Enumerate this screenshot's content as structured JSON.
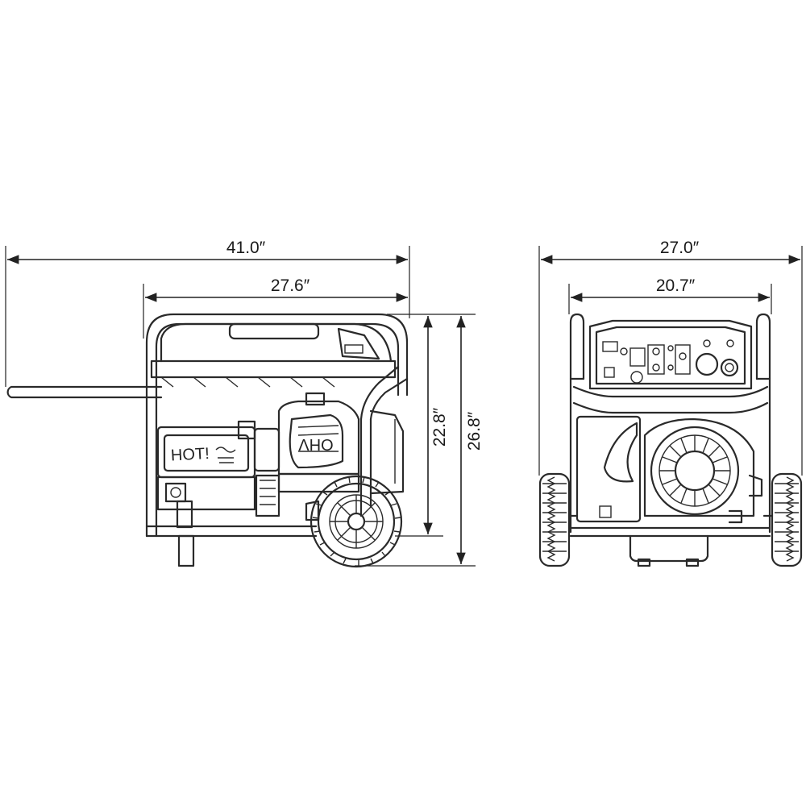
{
  "dimensions": {
    "side_overall_length": "41.0″",
    "side_frame_length": "27.6″",
    "side_frame_height": "22.8″",
    "side_overall_height": "26.8″",
    "front_overall_width": "27.0″",
    "front_frame_width": "20.7″"
  },
  "decals": {
    "hot_warning": "HOT!",
    "engine_badge": "OHV"
  },
  "colors": {
    "line": "#2a2a2a",
    "background": "#ffffff"
  }
}
